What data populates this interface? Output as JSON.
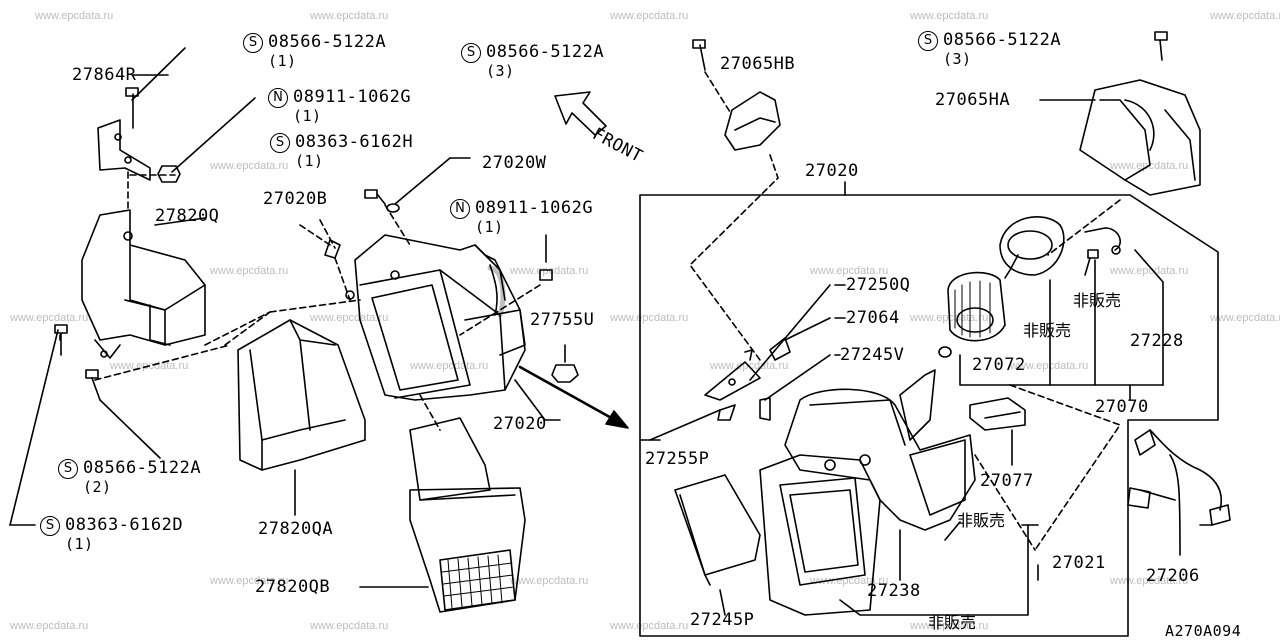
{
  "watermark": "www.epcdata.ru",
  "front_label": "FRONT",
  "diagram_code": "A270A094",
  "not_sold": "非販売",
  "parts": {
    "p27864R": "27864R",
    "p27820Q": "27820Q",
    "p27820QA": "27820QA",
    "p27820QB": "27820QB",
    "p27020B": "27020B",
    "p27020W": "27020W",
    "p27020a": "27020",
    "p27020b": "27020",
    "p27755U": "27755U",
    "p27065HB": "27065HB",
    "p27065HA": "27065HA",
    "p27250Q": "27250Q",
    "p27064": "27064",
    "p27245V": "27245V",
    "p27255P": "27255P",
    "p27245P": "27245P",
    "p27238": "27238",
    "p27072": "27072",
    "p27228": "27228",
    "p27070": "27070",
    "p27077": "27077",
    "p27021": "27021",
    "p27206": "27206"
  },
  "fasteners": {
    "f1": {
      "prefix": "S",
      "code": "08566-5122A",
      "qty": "(1)"
    },
    "f2": {
      "prefix": "N",
      "code": "08911-1062G",
      "qty": "(1)"
    },
    "f3": {
      "prefix": "S",
      "code": "08363-6162H",
      "qty": "(1)"
    },
    "f4": {
      "prefix": "S",
      "code": "08566-5122A",
      "qty": "(3)"
    },
    "f5": {
      "prefix": "N",
      "code": "08911-1062G",
      "qty": "(1)"
    },
    "f6": {
      "prefix": "S",
      "code": "08566-5122A",
      "qty": "(3)"
    },
    "f7": {
      "prefix": "S",
      "code": "08566-5122A",
      "qty": "(2)"
    },
    "f8": {
      "prefix": "S",
      "code": "08363-6162D",
      "qty": "(1)"
    }
  }
}
